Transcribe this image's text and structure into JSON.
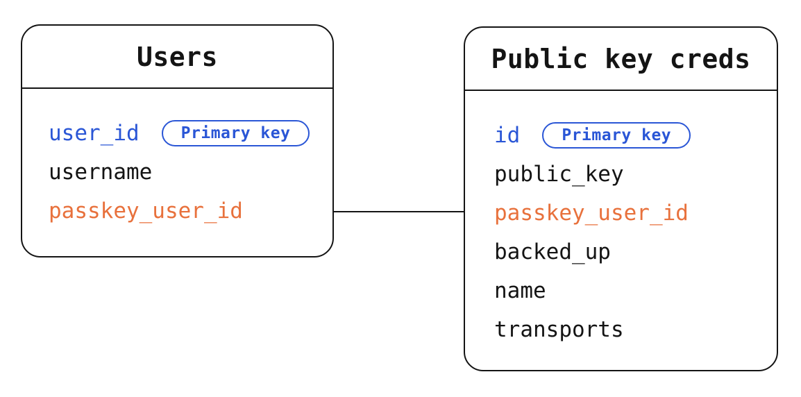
{
  "diagram": {
    "type": "entity-relationship",
    "colors": {
      "primary_blue": "#2a56d6",
      "fk_orange": "#e8713c",
      "line_black": "#141414",
      "background": "#ffffff"
    },
    "tables": [
      {
        "title": "Users",
        "fields": [
          {
            "name": "user_id",
            "style": "blue",
            "badge": "Primary key"
          },
          {
            "name": "username",
            "style": "black"
          },
          {
            "name": "passkey_user_id",
            "style": "orange"
          }
        ]
      },
      {
        "title": "Public key creds",
        "fields": [
          {
            "name": "id",
            "style": "blue",
            "badge": "Primary key"
          },
          {
            "name": "public_key",
            "style": "black"
          },
          {
            "name": "passkey_user_id",
            "style": "orange"
          },
          {
            "name": "backed_up",
            "style": "black"
          },
          {
            "name": "name",
            "style": "black"
          },
          {
            "name": "transports",
            "style": "black"
          }
        ]
      }
    ],
    "connector": {
      "from_table": "Users",
      "from_field": "passkey_user_id",
      "to_table": "Public key creds",
      "to_field": "passkey_user_id"
    }
  }
}
